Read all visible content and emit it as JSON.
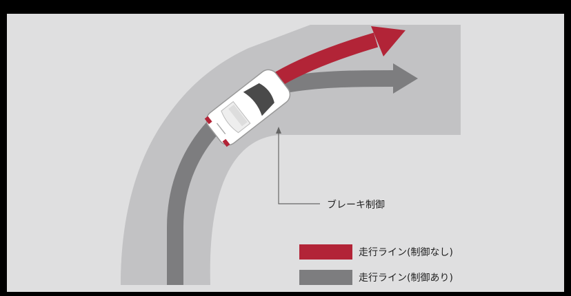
{
  "diagram": {
    "annotation": {
      "label": "ブレーキ制御"
    },
    "legend": [
      {
        "label": "走行ライン(制御なし)",
        "color": "#b22437"
      },
      {
        "label": "走行ライン(制御あり)",
        "color": "#7d7d7f"
      }
    ],
    "colors": {
      "background": "#dfdfe0",
      "road": "#c2c2c4",
      "line_uncontrolled": "#b22437",
      "line_controlled": "#7d7d7f",
      "car_body": "#ffffff",
      "car_glass": "#4a4a4a"
    },
    "car": {
      "icon": "car-top-view-icon"
    }
  }
}
